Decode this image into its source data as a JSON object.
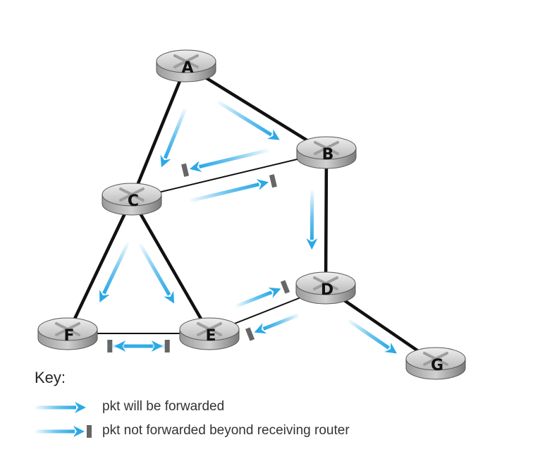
{
  "routers": [
    {
      "id": "A",
      "label": "A"
    },
    {
      "id": "B",
      "label": "B"
    },
    {
      "id": "C",
      "label": "C"
    },
    {
      "id": "D",
      "label": "D"
    },
    {
      "id": "E",
      "label": "E"
    },
    {
      "id": "F",
      "label": "F"
    },
    {
      "id": "G",
      "label": "G"
    }
  ],
  "links": [
    {
      "from": "A",
      "to": "B",
      "bold": true
    },
    {
      "from": "A",
      "to": "C",
      "bold": true
    },
    {
      "from": "B",
      "to": "C",
      "bold": false
    },
    {
      "from": "B",
      "to": "D",
      "bold": true
    },
    {
      "from": "C",
      "to": "F",
      "bold": true
    },
    {
      "from": "C",
      "to": "E",
      "bold": true
    },
    {
      "from": "D",
      "to": "E",
      "bold": false
    },
    {
      "from": "D",
      "to": "G",
      "bold": true
    },
    {
      "from": "F",
      "to": "E",
      "bold": false
    }
  ],
  "packets": [
    {
      "from": "A",
      "to": "B",
      "kind": "forwarded"
    },
    {
      "from": "A",
      "to": "C",
      "kind": "forwarded"
    },
    {
      "from": "B",
      "to": "C",
      "kind": "not-forwarded"
    },
    {
      "from": "C",
      "to": "B",
      "kind": "not-forwarded"
    },
    {
      "from": "B",
      "to": "D",
      "kind": "forwarded"
    },
    {
      "from": "C",
      "to": "F",
      "kind": "forwarded"
    },
    {
      "from": "C",
      "to": "E",
      "kind": "forwarded"
    },
    {
      "from": "D",
      "to": "E",
      "kind": "not-forwarded"
    },
    {
      "from": "E",
      "to": "D",
      "kind": "not-forwarded"
    },
    {
      "from": "E",
      "to": "F",
      "kind": "not-forwarded"
    },
    {
      "from": "F",
      "to": "E",
      "kind": "not-forwarded"
    },
    {
      "from": "D",
      "to": "G",
      "kind": "forwarded"
    }
  ],
  "key": {
    "title": "Key:",
    "forwarded_label": "pkt will be forwarded",
    "not_forwarded_label": "pkt not forwarded beyond receiving router"
  },
  "colors": {
    "arrow": "#2aa9e6",
    "link": "#111111",
    "blocker": "#666666",
    "router_top": "#d9d9d9",
    "router_side": "#8a8a8a"
  }
}
